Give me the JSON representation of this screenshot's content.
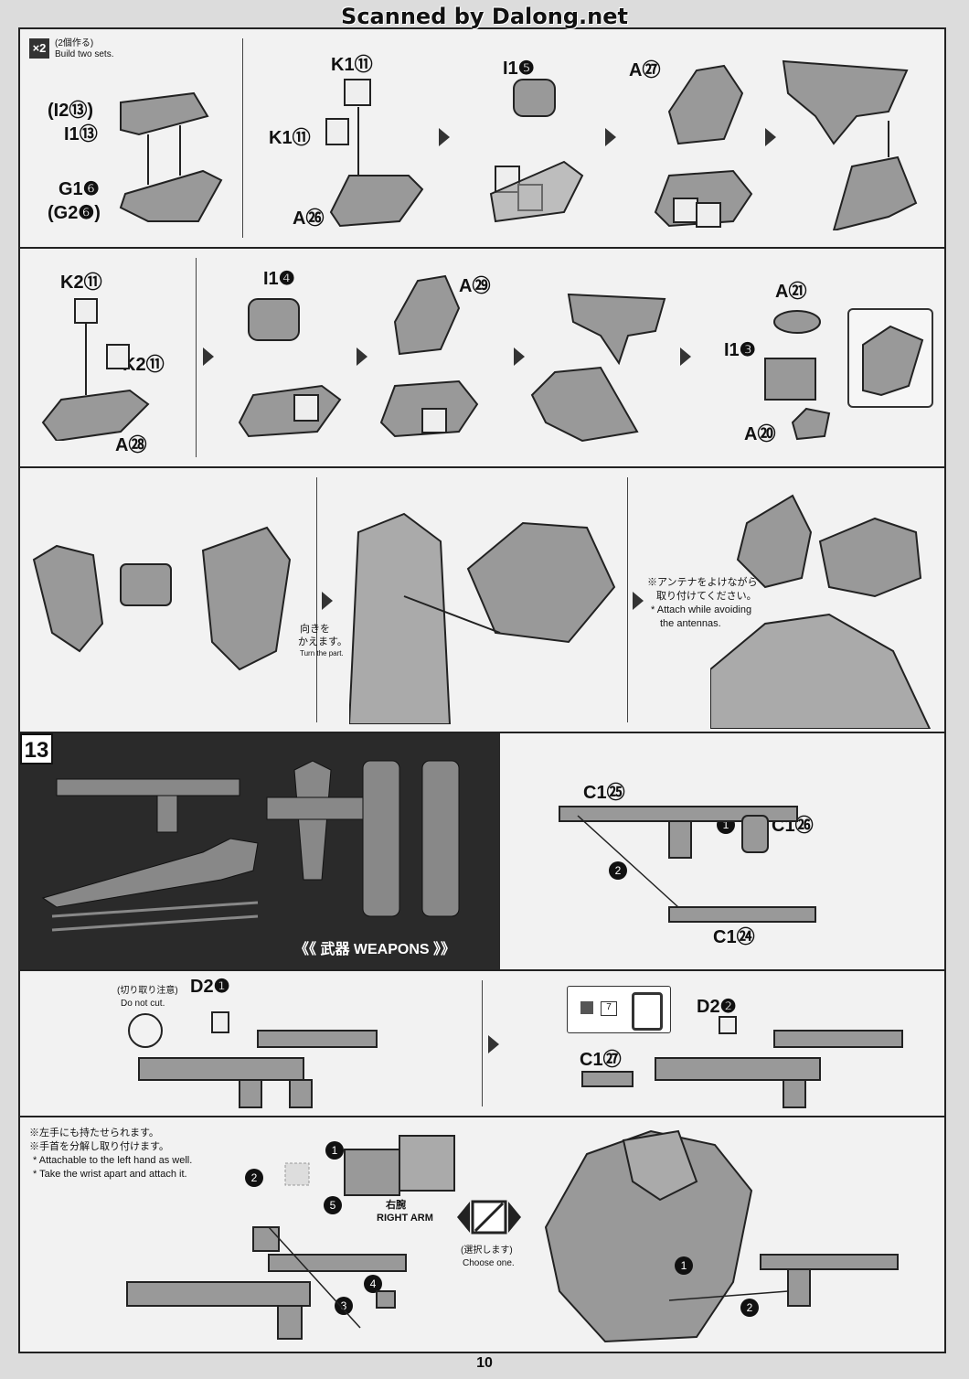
{
  "watermark": "Scanned by Dalong.net",
  "row1": {
    "multiplier": "×2",
    "multiplier_jp": "(2個作る)",
    "multiplier_en": "Build two sets.",
    "p1": {
      "a": "(I2",
      "a_n": "⑬",
      "a_end": ")",
      "b": "I1",
      "b_n": "⑬",
      "c": "G1",
      "c_n": "❻",
      "d": "(G2",
      "d_n": "❻",
      "d_end": ")"
    },
    "p2": {
      "a": "K1",
      "a_n": "⑪",
      "b": "K1",
      "b_n": "⑪",
      "c": "A",
      "c_n": "㉖"
    },
    "p3": {
      "a": "I1",
      "a_n": "❺"
    },
    "p4": {
      "a": "A",
      "a_n": "㉗"
    }
  },
  "row2": {
    "p1": {
      "a": "K2",
      "a_n": "⑪",
      "b": "K2",
      "b_n": "⑪",
      "c": "A",
      "c_n": "㉘"
    },
    "p2": {
      "a": "I1",
      "a_n": "❹"
    },
    "p3": {
      "a": "A",
      "a_n": "㉙"
    },
    "p5": {
      "a": "A",
      "a_n": "㉑",
      "b": "I1",
      "b_n": "❸",
      "c": "A",
      "c_n": "⑳"
    }
  },
  "row3": {
    "turn_jp1": "向きを",
    "turn_jp2": "かえます。",
    "turn_en": "Turn the part.",
    "note_jp1": "※アンテナをよけながら",
    "note_jp2": "取り付けてください。",
    "note_en1": "* Attach while avoiding",
    "note_en2": "the antennas."
  },
  "step13": {
    "number": "13",
    "weapons_title": "《《 武器 WEAPONS 》》",
    "c1a": "C1",
    "c1a_n": "㉕",
    "c1b": "C1",
    "c1b_n": "㉖",
    "c1c": "C1",
    "c1c_n": "㉔",
    "step1": "1",
    "step2": "2"
  },
  "row5": {
    "cut_jp": "(切り取り注意)",
    "cut_en": "Do not cut.",
    "d2a": "D2",
    "d2a_n": "❶",
    "d2b": "D2",
    "d2b_n": "❷",
    "c1": "C1",
    "c1_n": "㉗",
    "sticker_num": "7"
  },
  "row6": {
    "note1": "※左手にも持たせられます。",
    "note2": "※手首を分解し取り付けます。",
    "note3": "* Attachable to the left hand as well.",
    "note4": "* Take the wrist apart and attach it.",
    "arm_jp": "右腕",
    "arm_en": "RIGHT ARM",
    "choose_jp": "(選択します)",
    "choose_en": "Choose one.",
    "steps": [
      "1",
      "2",
      "3",
      "4",
      "5"
    ]
  },
  "page_number": "10"
}
